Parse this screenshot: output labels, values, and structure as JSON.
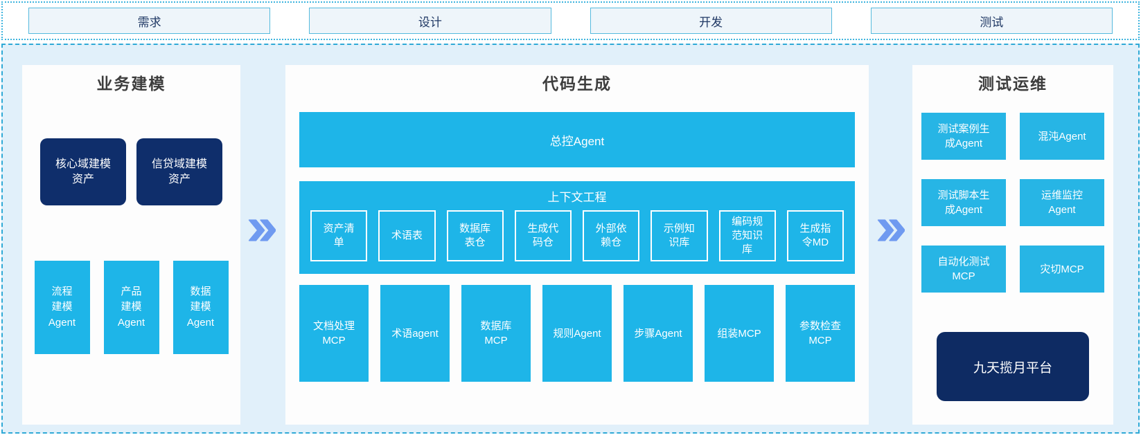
{
  "colors": {
    "cyan_box": "#1eb5e8",
    "navy_box": "#0f2e6b",
    "chevron_blue": "#6f9af0",
    "band_background": "#e1f0fa",
    "dashed_border": "#2ea9d6",
    "stage_box_fill": "#eef5fa",
    "stage_text": "#1f3864"
  },
  "stages": {
    "items": [
      "需求",
      "设计",
      "开发",
      "测试"
    ]
  },
  "left_panel": {
    "title": "业务建模",
    "assets": [
      "核心域建模\n资产",
      "信贷域建模\n资产"
    ],
    "agents": [
      "流程\n建模\nAgent",
      "产品\n建模\nAgent",
      "数据\n建模\nAgent"
    ]
  },
  "middle_panel": {
    "title": "代码生成",
    "master_bar": "总控Agent",
    "context_section": {
      "title": "上下文工程",
      "items": [
        "资产清\n单",
        "术语表",
        "数据库\n表仓",
        "生成代\n码仓",
        "外部依\n赖仓",
        "示例知\n识库",
        "编码规\n范知识\n库",
        "生成指\n令MD"
      ]
    },
    "mcp_row": [
      "文档处理\nMCP",
      "术语agent",
      "数据库\nMCP",
      "规则Agent",
      "步骤Agent",
      "组装MCP",
      "参数检查\nMCP"
    ]
  },
  "right_panel": {
    "title": "测试运维",
    "boxes": [
      "测试案例生\n成Agent",
      "混沌Agent",
      "测试脚本生\n成Agent",
      "运维监控\nAgent",
      "自动化测试\nMCP",
      "灾切MCP"
    ],
    "platform": "九天揽月平台"
  }
}
